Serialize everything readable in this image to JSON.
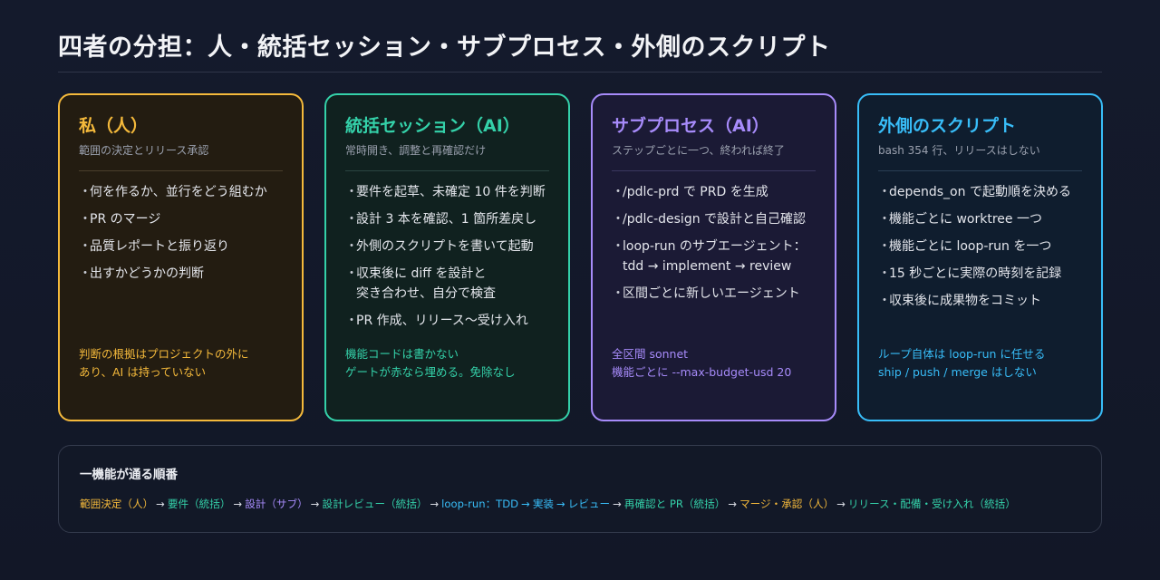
{
  "title": "四者の分担：人・統括セッション・サブプロセス・外側のスクリプト",
  "colors": {
    "human": "#f4b93b",
    "orchestrator": "#34d1a9",
    "subprocess": "#a78bfa",
    "script": "#38bdf8"
  },
  "cards": [
    {
      "title": "私（人）",
      "subtitle": "範囲の決定とリリース承認",
      "items": [
        "何を作るか、並行をどう組むか",
        "PR のマージ",
        "品質レポートと振り返り",
        "出すかどうかの判断"
      ],
      "note": [
        "判断の根拠はプロジェクトの外に",
        "あり、AI は持っていない"
      ]
    },
    {
      "title": "統括セッション（AI）",
      "subtitle": "常時開き、調整と再確認だけ",
      "items": [
        "要件を起草、未確定 10 件を判断",
        "設計 3 本を確認、1 箇所差戻し",
        "外側のスクリプトを書いて起動",
        "収束後に diff を設計と",
        "突き合わせ、自分で検査",
        "PR 作成、リリース〜受け入れ"
      ],
      "note": [
        "機能コードは書かない",
        "ゲートが赤なら埋める。免除なし"
      ]
    },
    {
      "title": "サブプロセス（AI）",
      "subtitle": "ステップごとに一つ、終われば終了",
      "items": [
        "/pdlc-prd で PRD を生成",
        "/pdlc-design で設計と自己確認",
        "loop-run のサブエージェント：",
        "tdd → implement → review",
        "区間ごとに新しいエージェント"
      ],
      "note": [
        "全区間 sonnet",
        "機能ごとに --max-budget-usd 20"
      ]
    },
    {
      "title": "外側のスクリプト",
      "subtitle": "bash 354 行、リリースはしない",
      "items": [
        "depends_on で起動順を決める",
        "機能ごとに worktree 一つ",
        "機能ごとに loop-run を一つ",
        "15 秒ごとに実際の時刻を記録",
        "収束後に成果物をコミット"
      ],
      "note": [
        "ループ自体は loop-run に任せる",
        "ship / push / merge はしない"
      ]
    }
  ],
  "flow": {
    "title": "一機能が通る順番",
    "steps": [
      "範囲決定（人）",
      "要件（統括）",
      "設計（サブ）",
      "設計レビュー（統括）",
      "loop-run：TDD",
      "実装",
      "レビュー",
      "再確認と PR（統括）",
      "マージ・承認（人）",
      "リリース・配備・受け入れ（統括）"
    ],
    "arrow": "→"
  }
}
